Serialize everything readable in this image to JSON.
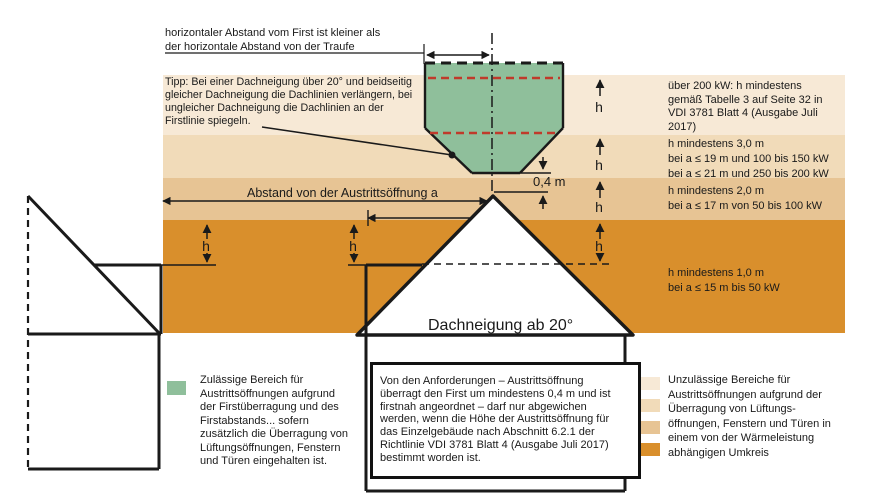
{
  "colors": {
    "band1": "#f7e9d6",
    "band2": "#f1dbb9",
    "band3": "#e7c494",
    "band4": "#d98f2c",
    "allowed_green": "#8fbf9b",
    "red": "#c03a2b",
    "line": "#1a1a1a"
  },
  "top_note": {
    "lines": [
      "horizontaler Abstand vom First ist kleiner als",
      "der horizontale Abstand von der Traufe"
    ]
  },
  "tip": {
    "lines": [
      "Tipp: Bei einer Dachneigung über 20° und beidseitig",
      "gleicher Dachneigung die Dachlinien verlängern, bei",
      "ungleicher Dachneigung die Dachlinien an der",
      "Firstlinie spiegeln."
    ]
  },
  "zones": [
    {
      "lines": [
        "über 200 kW: h mindestens",
        "gemäß Tabelle 3 auf Seite 32 in",
        "VDI 3781 Blatt 4 (Ausgabe Juli",
        "2017)"
      ]
    },
    {
      "lines": [
        "h mindestens 3,0 m",
        "bei a ≤ 19 m und 100 bis 150 kW",
        "bei a ≤ 21 m und 250 bis 200 kW"
      ]
    },
    {
      "lines": [
        "h mindestens 2,0 m",
        "bei a ≤ 17 m von 50 bis 100 kW"
      ]
    },
    {
      "lines": [
        "h mindestens 1,0 m",
        "bei a ≤ 15 m bis 50 kW"
      ]
    }
  ],
  "labels": {
    "distance_a": "Abstand von der Austrittsöffnung a",
    "ridge_clearance": "0,4 m",
    "h": "h",
    "roof_pitch": "Dachneigung ab 20°"
  },
  "legend_allowed": {
    "lines": [
      "Zulässige Bereich für",
      "Austrittsöffnungen aufgrund",
      "der Firstüberragung und des",
      "Firstabstands... sofern",
      "zusätzlich die Überragung von",
      "Lüftungsöffnungen, Fenstern",
      "und Türen eingehalten ist."
    ]
  },
  "requirement_box": {
    "lines": [
      "Von den Anforderungen – Austrittsöffnung",
      "überragt den First um mindestens 0,4 m und ist",
      "firstnah angeordnet – darf nur abgewichen",
      "werden, wenn die Höhe der Austrittsöffnung für",
      "das Einzelgebäude nach Abschnitt 6.2.1 der",
      "Richtlinie VDI 3781 Blatt 4 (Ausgabe Juli 2017)",
      "bestimmt worden ist."
    ]
  },
  "legend_forbidden": {
    "lines": [
      "Unzulässige Bereiche für",
      "Austrittsöffnungen aufgrund der",
      "Überragung von Lüftungs-",
      "öffnungen, Fenstern und Türen in",
      "einem von der Wärmeleistung",
      "abhängigen Umkreis"
    ]
  }
}
